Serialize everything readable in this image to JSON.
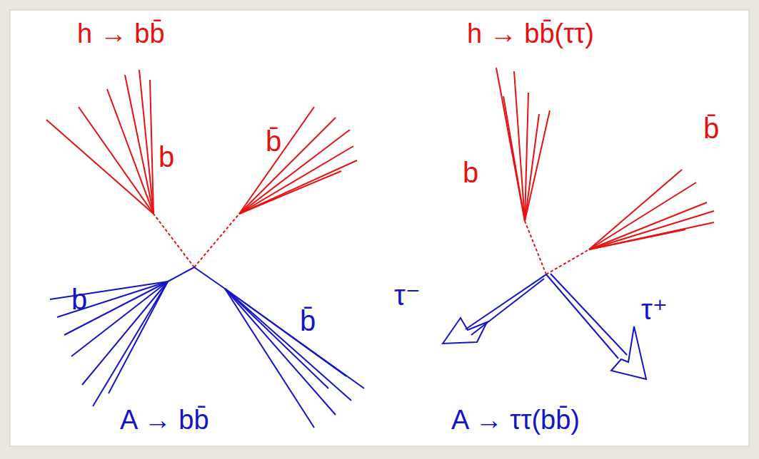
{
  "diagram": {
    "labels": [
      "h → bb̄",
      "b",
      "b̄",
      "b",
      "b̄",
      "A → bb̄",
      "h → bb̄(ττ)",
      "b",
      "b̄",
      "τ⁻",
      "τ⁺",
      "A → ττ(bb̄)"
    ]
  }
}
